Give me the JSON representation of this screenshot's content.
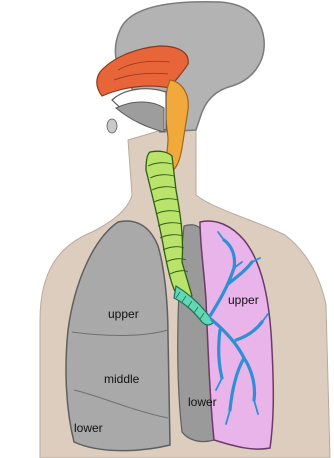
{
  "labels": {
    "right_upper": "upper",
    "right_middle": "middle",
    "right_lower": "lower",
    "left_upper": "upper",
    "left_lower": "lower"
  },
  "colors": {
    "skin": "#dccdbf",
    "head": "#b3b3b3",
    "lung_right": "#a9a9a9",
    "lung_left": "#e9b4e9",
    "nasal_cavity": "#e8653a",
    "pharynx": "#f2a93c",
    "trachea": "#b9e36b",
    "bronchi": "#63d7b4",
    "bronchioles": "#2f8fd6"
  }
}
